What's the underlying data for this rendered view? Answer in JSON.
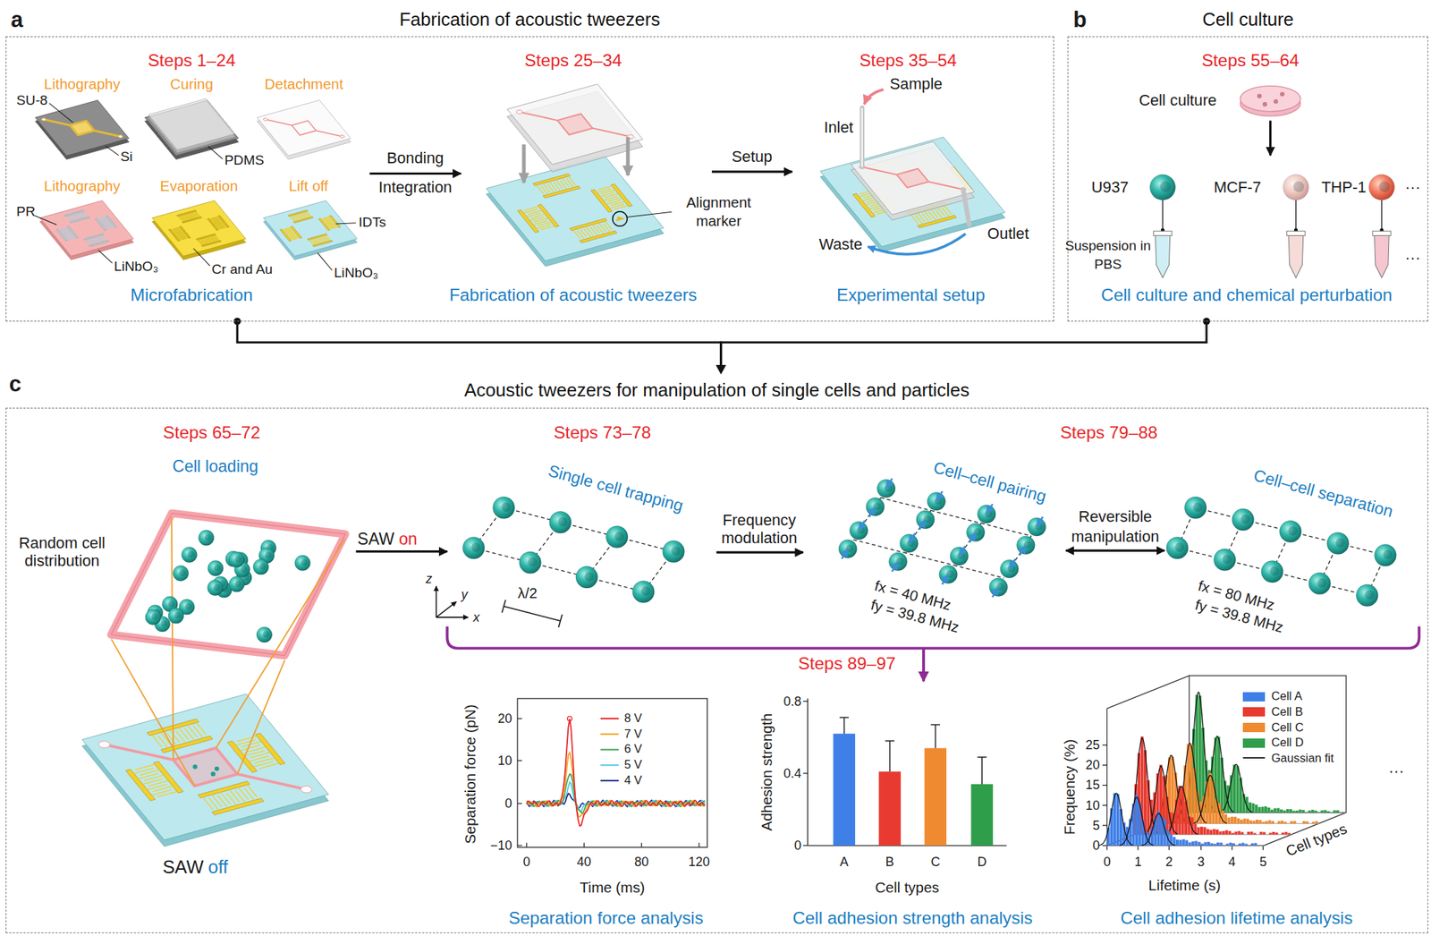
{
  "diagram": {
    "nodes": [
      {
        "text": [
          "Fabrication of acoustic tweezers"
        ]
      },
      {
        "text": [
          "Cell culture"
        ]
      },
      {
        "text": [
          "Acoustic tweezers for manipulation of single cells and particles"
        ]
      }
    ],
    "edges": [
      {
        "from": 0,
        "to": 2,
        "arrow": "to"
      },
      {
        "from": 1,
        "to": 2,
        "arrow": "to"
      }
    ],
    "labels": [
      "a",
      "b",
      "c",
      "Steps 1–24",
      "Lithography",
      "Curing",
      "Detachment",
      "SU-8",
      "Si",
      "PDMS",
      "Lithography",
      "Evaporation",
      "Lift off",
      "PR",
      "LiNbO₃",
      "Cr and Au",
      "IDTs",
      "LiNbO₃",
      "Microfabrication",
      "Bonding Integration",
      "Steps 25–34",
      "Alignment marker",
      "Fabrication of acoustic tweezers",
      "Setup",
      "Steps 35–54",
      "Sample",
      "Inlet",
      "Outlet",
      "Waste",
      "Experimental setup",
      "Steps 55–64",
      "Cell culture",
      "U937",
      "MCF-7",
      "THP-1",
      "···",
      "Suspension in PBS",
      "···",
      "Cell culture and chemical perturbation",
      "Steps 65–72",
      "Cell loading",
      "Random cell distribution",
      "SAW",
      "off",
      "SAW",
      "on",
      "Steps 73–78",
      "Single cell trapping",
      "z",
      "y",
      "x",
      "λ/2",
      "Frequency modulation",
      "Steps 79–88",
      "Cell–cell pairing",
      "fx = 40 MHz",
      "fy = 39.8 MHz",
      "Reversible manipulation",
      "Cell–cell separation",
      "fx = 80 MHz",
      "fy = 39.8 MHz",
      "Steps 89–97",
      "20",
      "10",
      "0",
      "−10",
      "0",
      "40",
      "80",
      "120",
      "Separation force (pN)",
      "Time (ms)",
      "Separation force analysis",
      "0.8",
      "0.4",
      "0",
      "A",
      "B",
      "C",
      "D",
      "Adhesion strength",
      "Cell types",
      "Cell adhesion strength analysis",
      "25",
      "20",
      "15",
      "10",
      "5",
      "0",
      "0",
      "1",
      "2",
      "3",
      "4",
      "5",
      "Frequency (%)",
      "Lifetime (s)",
      "Cell types",
      "Cell adhesion lifetime analysis",
      "···"
    ],
    "legend": [
      {
        "text": "8 V"
      },
      {
        "text": "7 V"
      },
      {
        "text": "6 V"
      },
      {
        "text": "5 V"
      },
      {
        "text": "4 V"
      },
      {
        "text": "Cell A",
        "color": "#3f7fe8"
      },
      {
        "text": "Cell B",
        "color": "#e83a30"
      },
      {
        "text": "Cell C",
        "color": "#f08a30"
      },
      {
        "text": "Cell D",
        "color": "#2f9e4a"
      },
      {
        "text": "Gaussian fit"
      }
    ]
  }
}
